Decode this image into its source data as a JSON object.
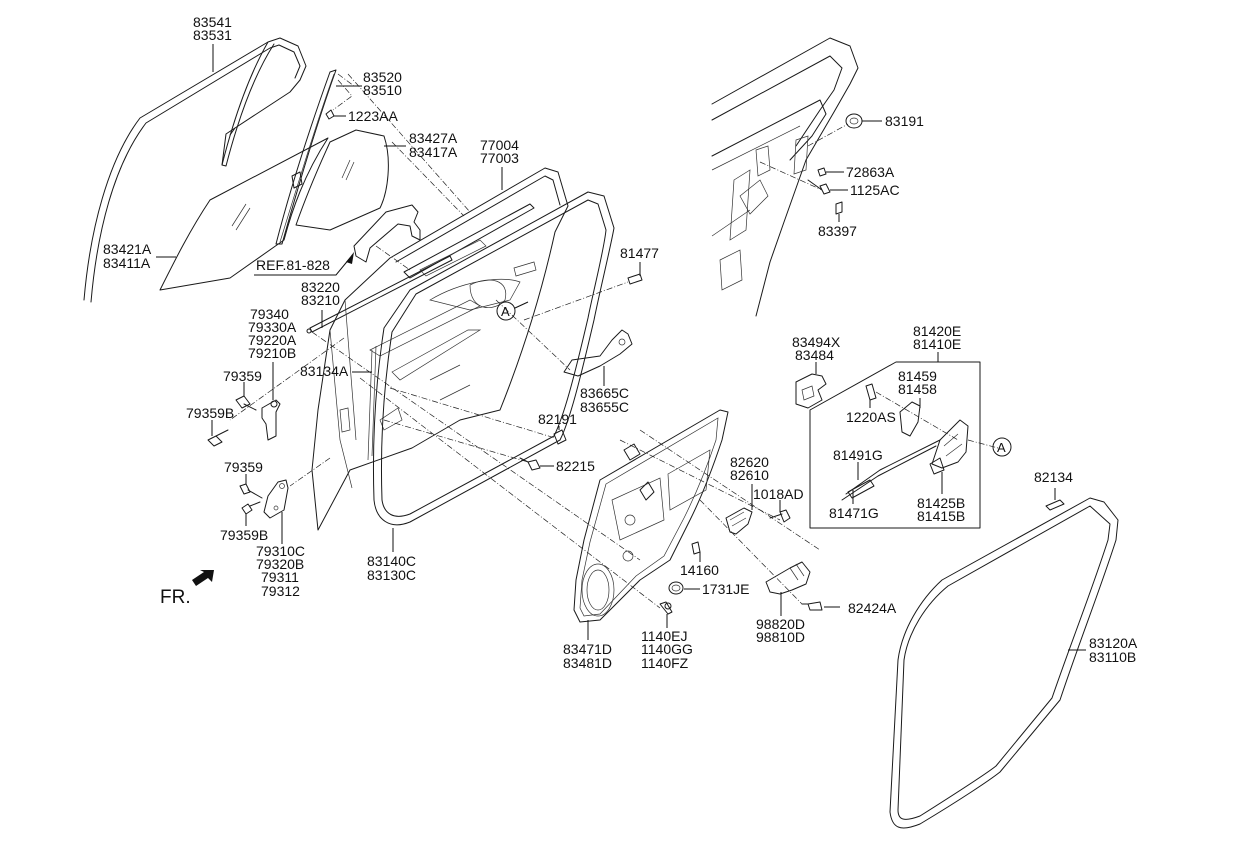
{
  "diagram": {
    "title": "Rear Door Parts Diagram",
    "direction_marker": "FR.",
    "reference_label": "REF.81-828",
    "connector_marker": "A",
    "callouts": [
      {
        "id": "glass-run-upper",
        "lines": [
          "83541",
          "83531"
        ]
      },
      {
        "id": "delta-moulding",
        "lines": [
          "83520",
          "83510"
        ]
      },
      {
        "id": "screw-1223aa",
        "lines": [
          "1223AA"
        ]
      },
      {
        "id": "quarter-glass",
        "lines": [
          "83427A",
          "83417A"
        ]
      },
      {
        "id": "door-glass",
        "lines": [
          "83421A",
          "83411A"
        ]
      },
      {
        "id": "outer-belt-moulding",
        "lines": [
          "77004",
          "77003"
        ]
      },
      {
        "id": "bolt-81477",
        "lines": [
          "81477"
        ]
      },
      {
        "id": "inner-weatherstrip",
        "lines": [
          "83220",
          "83210"
        ]
      },
      {
        "id": "upper-hinge",
        "lines": [
          "79340",
          "79330A",
          "79220A",
          "79210B"
        ]
      },
      {
        "id": "hinge-bolt-upper",
        "lines": [
          "79359"
        ]
      },
      {
        "id": "hinge-bolt-upper-b",
        "lines": [
          "79359B"
        ]
      },
      {
        "id": "door-panel-seal",
        "lines": [
          "83134A"
        ]
      },
      {
        "id": "lower-hinge-bolt",
        "lines": [
          "79359"
        ]
      },
      {
        "id": "lower-hinge-bolt-b",
        "lines": [
          "79359B"
        ]
      },
      {
        "id": "lower-hinge",
        "lines": [
          "79310C",
          "79320B",
          "79311",
          "79312"
        ]
      },
      {
        "id": "door-weatherstrip",
        "lines": [
          "83140C",
          "83130C"
        ]
      },
      {
        "id": "inside-handle",
        "lines": [
          "83665C",
          "83655C"
        ]
      },
      {
        "id": "plug-82191",
        "lines": [
          "82191"
        ]
      },
      {
        "id": "clip-82215",
        "lines": [
          "82215"
        ]
      },
      {
        "id": "module-panel",
        "lines": [
          "83471D",
          "83481D"
        ]
      },
      {
        "id": "bolts-1140",
        "lines": [
          "1140EJ",
          "1140GG",
          "1140FZ"
        ]
      },
      {
        "id": "grommet-1731je",
        "lines": [
          "1731JE"
        ]
      },
      {
        "id": "pin-14160",
        "lines": [
          "14160"
        ]
      },
      {
        "id": "outside-handle-bracket",
        "lines": [
          "82620",
          "82610"
        ]
      },
      {
        "id": "screw-1018ad",
        "lines": [
          "1018AD"
        ]
      },
      {
        "id": "window-motor",
        "lines": [
          "98820D",
          "98810D"
        ]
      },
      {
        "id": "screw-82424a",
        "lines": [
          "82424A"
        ]
      },
      {
        "id": "latch-bracket",
        "lines": [
          "83494X",
          "83484"
        ]
      },
      {
        "id": "latch-assembly",
        "lines": [
          "81420E",
          "81410E"
        ]
      },
      {
        "id": "latch-cover",
        "lines": [
          "81459",
          "81458"
        ]
      },
      {
        "id": "bolt-1220as",
        "lines": [
          "1220AS"
        ]
      },
      {
        "id": "cable-81491g",
        "lines": [
          "81491G"
        ]
      },
      {
        "id": "cable-81471g",
        "lines": [
          "81471G"
        ]
      },
      {
        "id": "latch-actuator",
        "lines": [
          "81425B",
          "81415B"
        ]
      },
      {
        "id": "striker-cap",
        "lines": [
          "83191"
        ]
      },
      {
        "id": "clip-72863a",
        "lines": [
          "72863A"
        ]
      },
      {
        "id": "screw-1125ac",
        "lines": [
          "1125AC"
        ]
      },
      {
        "id": "pad-83397",
        "lines": [
          "83397"
        ]
      },
      {
        "id": "tape-82134",
        "lines": [
          "82134"
        ]
      },
      {
        "id": "body-weatherstrip",
        "lines": [
          "83120A",
          "83110B"
        ]
      }
    ]
  }
}
